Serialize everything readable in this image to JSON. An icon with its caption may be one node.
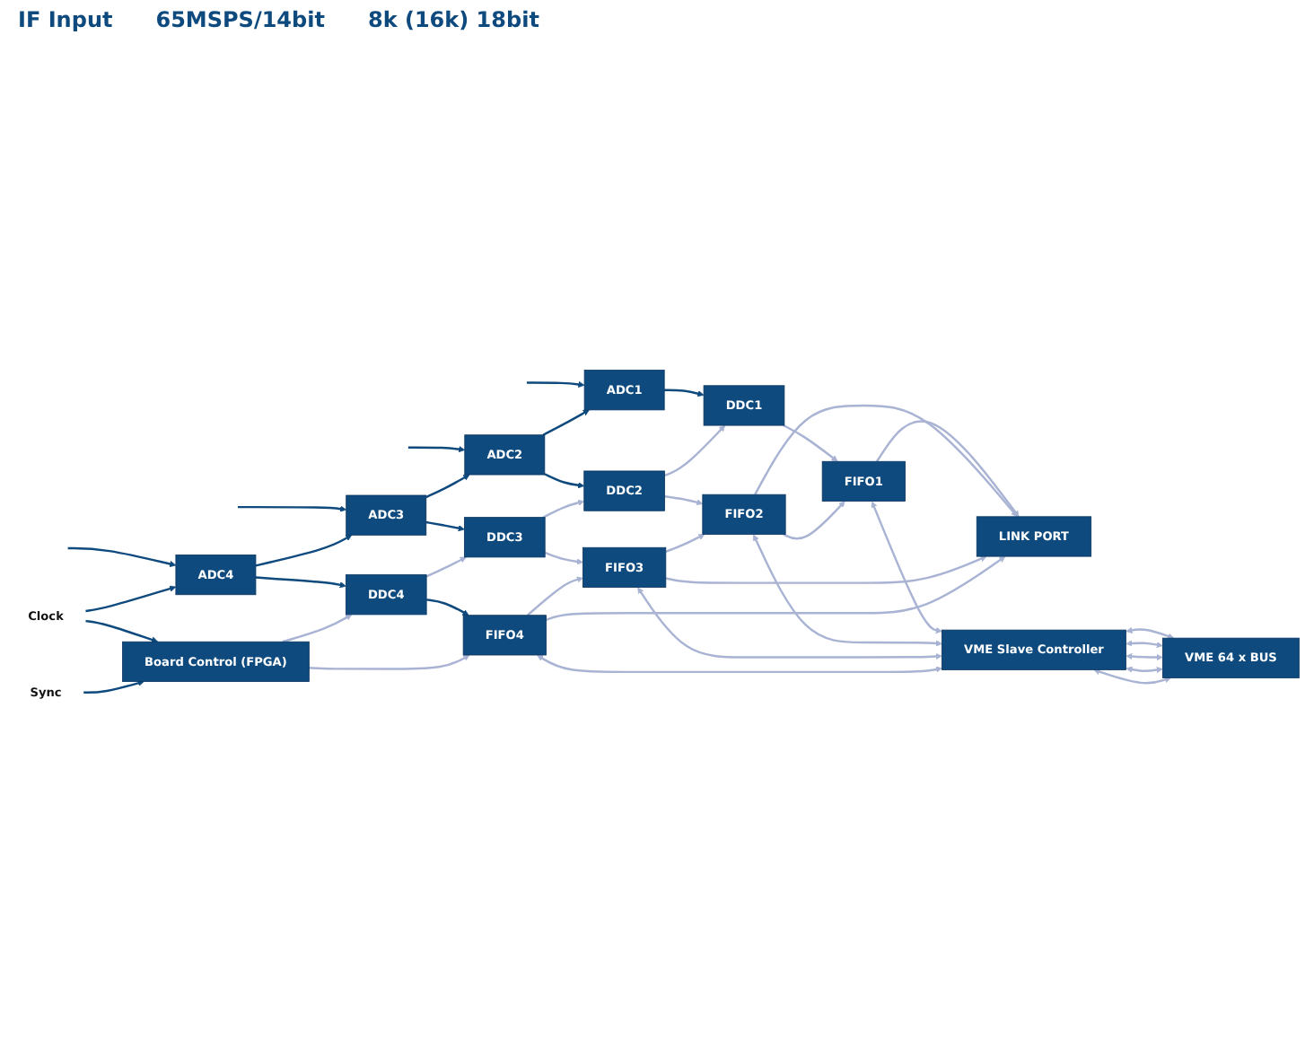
{
  "diagram": {
    "nodes": [
      {
        "text": [
          "ADC1"
        ]
      },
      {
        "text": [
          "DDC1"
        ]
      },
      {
        "text": [
          "FIFO1"
        ]
      },
      {
        "text": [
          "ADC2"
        ]
      },
      {
        "text": [
          "DDC2"
        ]
      },
      {
        "text": [
          "FIFO2"
        ]
      },
      {
        "text": [
          "ADC3"
        ]
      },
      {
        "text": [
          "DDC3"
        ]
      },
      {
        "text": [
          "FIFO3"
        ]
      },
      {
        "text": [
          "ADC4"
        ]
      },
      {
        "text": [
          "DDC4"
        ]
      },
      {
        "text": [
          "FIFO4"
        ]
      },
      {
        "text": [
          "LINK PORT"
        ]
      },
      {
        "text": [
          "VME Slave Controller"
        ]
      },
      {
        "text": [
          "VME 64 x BUS"
        ]
      },
      {
        "text": [
          "Board Control (FPGA)"
        ]
      },
      {
        "text": [
          "Clock"
        ]
      },
      {
        "text": [
          "Sync"
        ]
      }
    ],
    "edges": [
      {
        "from": null,
        "to": 0,
        "arrow": "to",
        "color": "#0e4a7e"
      },
      {
        "from": null,
        "to": 3,
        "arrow": "to",
        "color": "#0e4a7e"
      },
      {
        "from": null,
        "to": 6,
        "arrow": "to",
        "color": "#0e4a7e"
      },
      {
        "from": null,
        "to": 9,
        "arrow": "to",
        "color": "#0e4a7e"
      },
      {
        "from": 0,
        "to": 1,
        "arrow": "to",
        "color": "#0e4a7e"
      },
      {
        "from": 3,
        "to": 4,
        "arrow": "to",
        "color": "#0e4a7e"
      },
      {
        "from": 6,
        "to": 7,
        "arrow": "to",
        "color": "#0e4a7e"
      },
      {
        "from": 9,
        "to": 10,
        "arrow": "to",
        "color": "#0e4a7e"
      },
      {
        "from": 1,
        "to": 2,
        "arrow": "to"
      },
      {
        "from": 4,
        "to": 5,
        "arrow": "to"
      },
      {
        "from": 7,
        "to": 8,
        "arrow": "to"
      },
      {
        "from": 10,
        "to": 11,
        "arrow": "to",
        "color": "#0e4a7e"
      },
      {
        "from": 3,
        "to": 0,
        "arrow": "to",
        "color": "#0e4a7e"
      },
      {
        "from": 6,
        "to": 3,
        "arrow": "to",
        "color": "#0e4a7e"
      },
      {
        "from": 9,
        "to": 6,
        "arrow": "to",
        "color": "#0e4a7e"
      },
      {
        "from": 16,
        "to": 9,
        "arrow": "to",
        "color": "#0e4a7e"
      },
      {
        "from": 16,
        "to": 15,
        "arrow": "to",
        "color": "#0e4a7e"
      },
      {
        "from": 17,
        "to": 15,
        "arrow": "to",
        "color": "#0e4a7e"
      },
      {
        "from": 15,
        "to": 10,
        "arrow": "to"
      },
      {
        "from": 10,
        "to": 7,
        "arrow": "to"
      },
      {
        "from": 7,
        "to": 4,
        "arrow": "to"
      },
      {
        "from": 4,
        "to": 1,
        "arrow": "to"
      },
      {
        "from": 15,
        "to": 11,
        "arrow": "to"
      },
      {
        "from": 11,
        "to": 8,
        "arrow": "to"
      },
      {
        "from": 8,
        "to": 5,
        "arrow": "to"
      },
      {
        "from": 5,
        "to": 2,
        "arrow": "to"
      },
      {
        "from": 2,
        "to": 13,
        "arrow": "both"
      },
      {
        "from": 5,
        "to": 13,
        "arrow": "both"
      },
      {
        "from": 8,
        "to": 13,
        "arrow": "both"
      },
      {
        "from": 11,
        "to": 13,
        "arrow": "both"
      },
      {
        "from": 2,
        "to": 12,
        "arrow": "to"
      },
      {
        "from": 5,
        "to": 12,
        "arrow": "to"
      },
      {
        "from": 8,
        "to": 12,
        "arrow": "to"
      },
      {
        "from": 11,
        "to": 12,
        "arrow": "to"
      },
      {
        "from": 13,
        "to": 14,
        "arrow": "both"
      },
      {
        "from": 13,
        "to": 14,
        "arrow": "both"
      },
      {
        "from": 13,
        "to": 14,
        "arrow": "both"
      },
      {
        "from": 13,
        "to": 14,
        "arrow": "both"
      },
      {
        "from": 13,
        "to": 14,
        "arrow": "both"
      }
    ],
    "labels": [
      "IF Input",
      "65MSPS/14bit",
      "8k (16k) 18bit"
    ]
  }
}
